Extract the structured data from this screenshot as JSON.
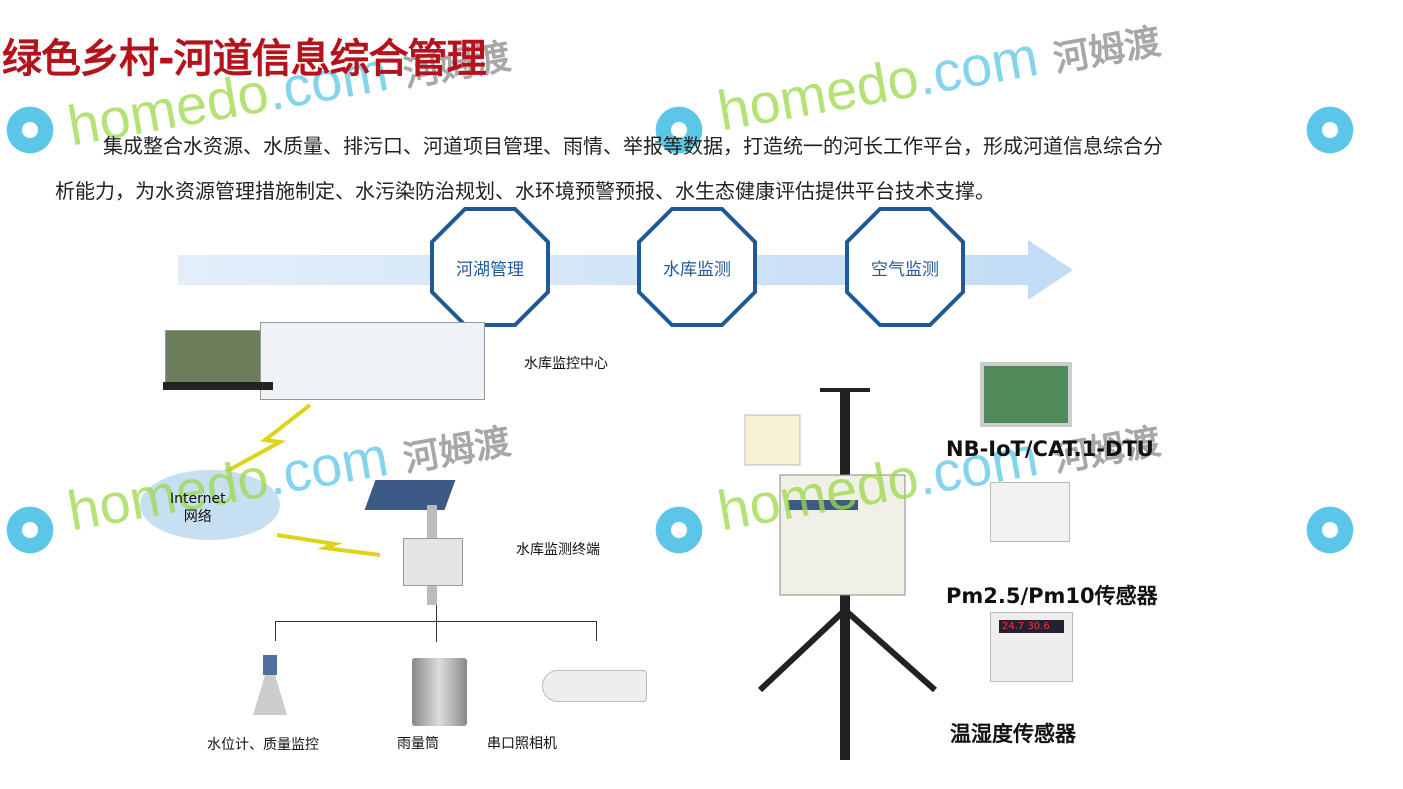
{
  "title": "绿色乡村-河道信息综合管理",
  "intro": {
    "line1": "集成整合水资源、水质量、排污口、河道项目管理、雨情、举报等数据，打造统一的河长工作平台，形成河道信息综合分",
    "line2": "析能力，为水资源管理措施制定、水污染防治规划、水环境预警预报、水生态健康评估提供平台技术支撑。"
  },
  "flow": {
    "steps": [
      {
        "label": "河湖管理"
      },
      {
        "label": "水库监测"
      },
      {
        "label": "空气监测"
      }
    ]
  },
  "left_diagram": {
    "center_label": "水库监控中心",
    "network_label": "Internet\n网络",
    "network_line1": "Internet",
    "network_line2": "网络",
    "terminal_label": "水库监测终端",
    "devices": [
      {
        "label": "水位计、质量监控"
      },
      {
        "label": "雨量筒"
      },
      {
        "label": "串口照相机"
      }
    ]
  },
  "right_diagram": {
    "devices": [
      {
        "label": "NB-IoT/CAT.1-DTU"
      },
      {
        "label": "Pm2.5/Pm10传感器"
      },
      {
        "label": "温湿度传感器"
      }
    ],
    "sensor_display": "24.7 30.6"
  },
  "watermark": {
    "brand": "homedo",
    "domain": ".com",
    "cn": "河姆渡"
  },
  "colors": {
    "title": "#b5121b",
    "octagon": "#1f5a96",
    "arrow": "#c3dcf5"
  }
}
